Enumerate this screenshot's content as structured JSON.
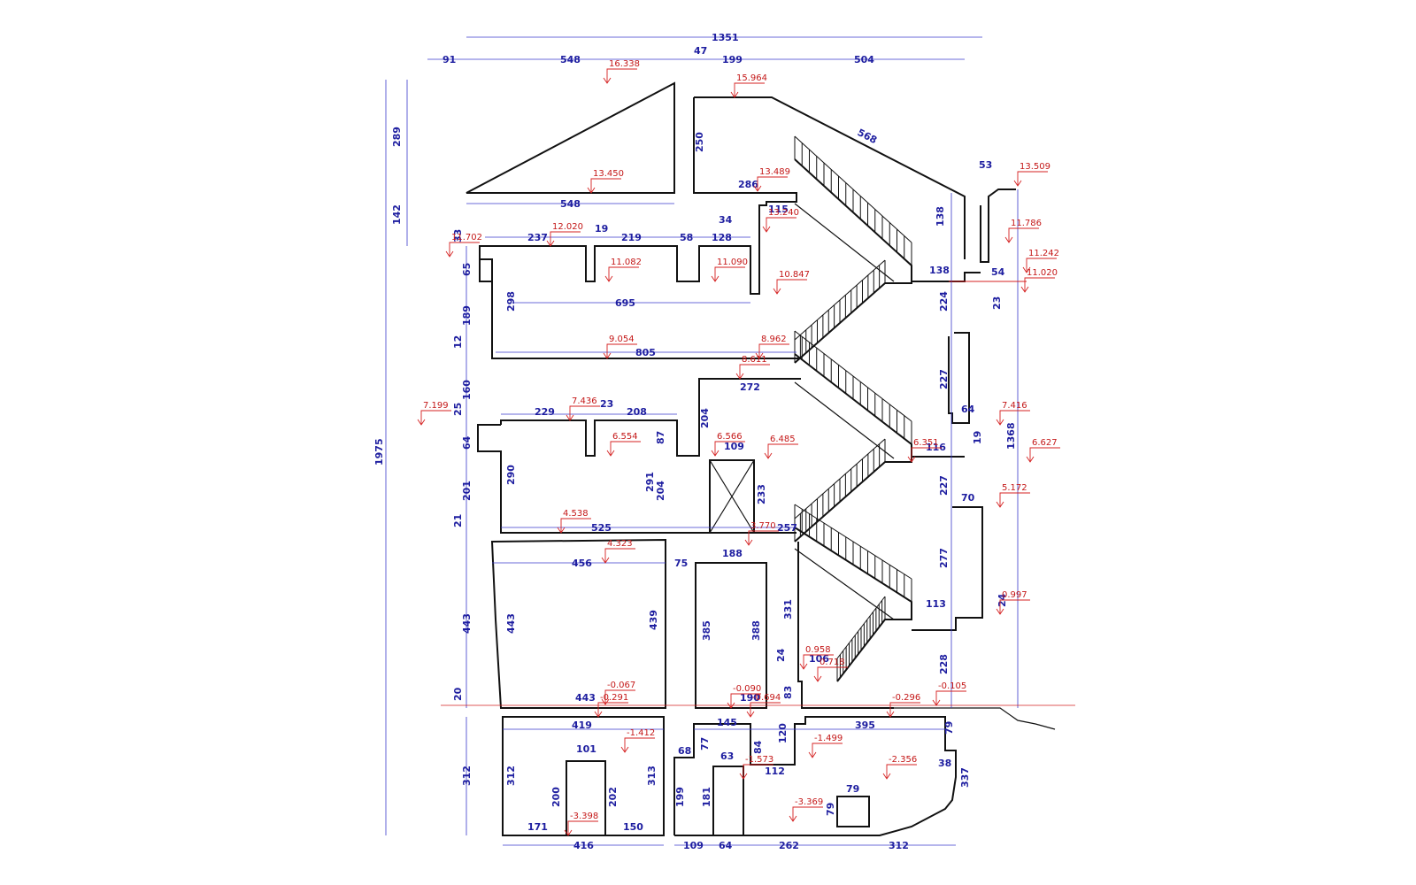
{
  "drawing": {
    "dimensions": {
      "overall_width": "1351",
      "overall_height": "1975",
      "right_height": "1368",
      "top_91": "91",
      "top_548": "548",
      "top_47": "47",
      "top_199": "199",
      "top_504": "504",
      "attic_548_bottom": "548",
      "attic_289": "289",
      "gap_142": "142",
      "roof_250": "250",
      "roof_568": "568",
      "roof_286": "286",
      "r53": "53",
      "f3_237": "237",
      "f3_19": "19",
      "f3_219": "219",
      "f3_58": "58",
      "f3_128": "128",
      "f3_34": "34",
      "f3_115": "115",
      "f3_33": "33",
      "f3_65": "65",
      "f3_189": "189",
      "f3_298": "298",
      "f3_695": "695",
      "f3_805": "805",
      "f3_12": "12",
      "f3_138a": "138",
      "f3_138b": "138",
      "f3_54": "54",
      "f3_23": "23",
      "f3_224": "224",
      "f3_227": "227",
      "f3_64": "64",
      "f2_160": "160",
      "f2_272": "272",
      "f2_25": "25",
      "f2_229": "229",
      "f2_23": "23",
      "f2_208": "208",
      "f2_204a": "204",
      "f2_87": "87",
      "f2_109": "109",
      "f2_64": "64",
      "f2_290": "290",
      "f2_201": "201",
      "f2_291": "291",
      "f2_204b": "204",
      "f2_233": "233",
      "f2_525": "525",
      "f2_257": "257",
      "f2_21": "21",
      "f2_116": "116",
      "f2_19": "19",
      "f2_227": "227",
      "f2_70": "70",
      "f1_456": "456",
      "f1_75": "75",
      "f1_188": "188",
      "f1_443a": "443",
      "f1_443b": "443",
      "f1_439": "439",
      "f1_385": "385",
      "f1_388": "388",
      "f1_331": "331",
      "f1_24a": "24",
      "f1_106": "106",
      "f1_83": "83",
      "f1_443c": "443",
      "f1_190": "190",
      "f1_20": "20",
      "f1_277": "277",
      "f1_113": "113",
      "f1_24b": "24",
      "f1_228": "228",
      "b_419": "419",
      "b_145": "145",
      "b_395": "395",
      "b_120": "120",
      "b_79a": "79",
      "b_101": "101",
      "b_68": "68",
      "b_77": "77",
      "b_63": "63",
      "b_84": "84",
      "b_112": "112",
      "b_38": "38",
      "b_312a": "312",
      "b_312b": "312",
      "b_313": "313",
      "b_200": "200",
      "b_202": "202",
      "b_199": "199",
      "b_181": "181",
      "b_79b": "79",
      "b_79c": "79",
      "b_337": "337",
      "b_171": "171",
      "b_150": "150",
      "b_416": "416",
      "b_109": "109",
      "b_64": "64",
      "b_262": "262",
      "b_312c": "312"
    },
    "levels": {
      "l16338": "16.338",
      "l15964": "15.964",
      "l13450": "13.450",
      "l13489": "13.489",
      "l13509": "13.509",
      "l13240": "13.240",
      "l12020": "12.020",
      "l11786": "11.786",
      "l11242": "11.242",
      "l11702": "11.702",
      "l11082": "11.082",
      "l11090": "11.090",
      "l10847": "10.847",
      "l11020": "11.020",
      "l9054": "9.054",
      "l8962": "8.962",
      "l8611": "8.611",
      "l7199": "7.199",
      "l7436": "7.436",
      "l7416": "7.416",
      "l6566": "6.566",
      "l6554": "6.554",
      "l6485": "6.485",
      "l6627": "6.627",
      "l6351": "6.351",
      "l5172": "5.172",
      "l4538": "4.538",
      "l4323": "4.323",
      "l3770": "3.770",
      "l0997": "0.997",
      "l0958": "0.958",
      "l0718": "0.718",
      "l_0090": "-0.090",
      "l_0067": "-0.067",
      "l_0105": "-0.105",
      "l_0694": "-0.694",
      "l_0291": "-0.291",
      "l_0296": "-0.296",
      "l_1412": "-1.412",
      "l_1499": "-1.499",
      "l_1573": "-1.573",
      "l_2356": "-2.356",
      "l_3369": "-3.369",
      "l_3398": "-3.398"
    },
    "colors": {
      "walls": "#111111",
      "dimensions": "#1e1ea0",
      "levels": "#c41818"
    }
  }
}
